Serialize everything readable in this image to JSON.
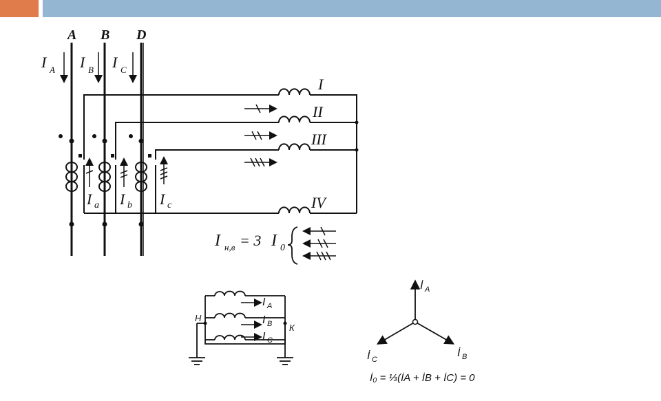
{
  "header": {
    "accent_color": "#E07B4C",
    "band_color": "#94B6D2"
  },
  "phases": [
    {
      "name": "A",
      "current": "I",
      "sub": "A"
    },
    {
      "name": "B",
      "current": "I",
      "sub": "B"
    },
    {
      "name": "D",
      "current": "I",
      "sub": "C"
    }
  ],
  "relays": [
    "I",
    "II",
    "III",
    "IV"
  ],
  "secondary": [
    {
      "base": "I",
      "sub": "a"
    },
    {
      "base": "I",
      "sub": "b"
    },
    {
      "base": "I",
      "sub": "c"
    }
  ],
  "neutral": {
    "base": "I",
    "sub": "н,в",
    "eq": "= 3",
    "rhs": "I",
    "rhs_sub": "0"
  },
  "filter": {
    "node_left": "Н",
    "node_right": "К",
    "currents": [
      {
        "base": "I",
        "sub": "A"
      },
      {
        "base": "I",
        "sub": "B"
      },
      {
        "base": "I",
        "sub": "C"
      }
    ]
  },
  "phasor": {
    "a": {
      "base": "İ",
      "sub": "A"
    },
    "b": {
      "base": "İ",
      "sub": "B"
    },
    "c": {
      "base": "İ",
      "sub": "C"
    },
    "formula": "İ₀ = ⅓(İA + İB + İC) = 0"
  }
}
